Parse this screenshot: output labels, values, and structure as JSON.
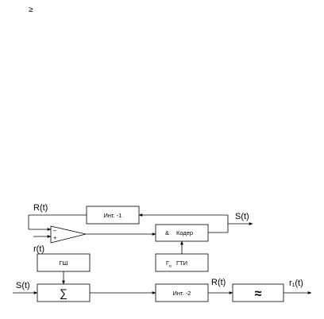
{
  "stray_symbol": "≥",
  "labels": {
    "r_top": "R(t)",
    "s_top": "S(t)",
    "r_in": "r(t)",
    "s_in": "S(t)",
    "r_mid": "R(t)",
    "r1_out": "r₁(t)"
  },
  "blocks": {
    "int1": "Инт. -1",
    "coder_amp": "&",
    "coder": "Кодер",
    "gsh": "ГШ",
    "gti_g": "Г",
    "gti_sub": "п",
    "gti": "ГТИ",
    "sum": "∑",
    "int2": "Инт. -2",
    "filter": "≈"
  },
  "comparator": {
    "minus": "–",
    "plus": "+"
  }
}
